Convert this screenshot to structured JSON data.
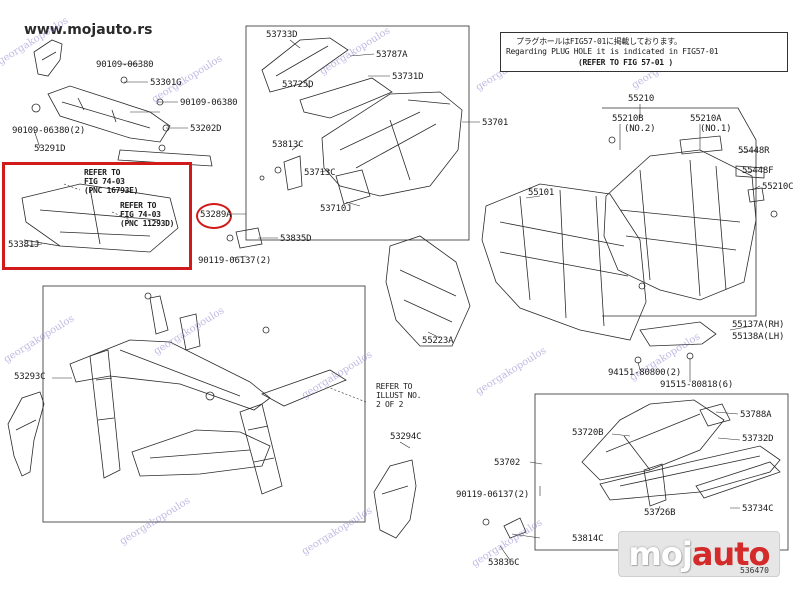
{
  "watermark": {
    "site": "www.mojauto.rs",
    "brand_left": "moj",
    "brand_right": "auto",
    "diagonal": "georgakopoulos",
    "accent_color": "#d42a2a"
  },
  "note": {
    "line1": "プラグホールはFIG57-01に掲載しております。",
    "line2": "Regarding PLUG HOLE it is indicated in FIG57-01",
    "line3": "(REFER TO FIG 57-01 )"
  },
  "refs": {
    "fig74_a": "REFER TO\nFIG 74-03\n(PNC 16793E)",
    "fig74_b": "REFER TO\nFIG 74-03\n(PNC 11293D)",
    "illust": "REFER TO\nILLUST NO.\n2 OF 2"
  },
  "parts": {
    "p90109_06380_a": "90109-06380",
    "p53301G": "53301G",
    "p90109_06380_b": "90109-06380",
    "p90109_06380_c": "90109-06380(2)",
    "p53202D": "53202D",
    "p53291D": "53291D",
    "p53381J": "53381J",
    "p53733D": "53733D",
    "p53787A": "53787A",
    "p53725D": "53725D",
    "p53731D": "53731D",
    "p53813C": "53813C",
    "p53713C": "53713C",
    "p53710J": "53710J",
    "p53701": "53701",
    "p53289A": "53289A",
    "p53835D": "53835D",
    "p90119_06137_a": "90119-06137(2)",
    "p55210": "55210",
    "p55210B": "55210B",
    "p55210B_sub": "(NO.2)",
    "p55210A": "55210A",
    "p55210A_sub": "(NO.1)",
    "p55448R": "55448R",
    "p55448F": "55448F",
    "p55210C": "55210C",
    "p55101": "55101",
    "p55223A": "55223A",
    "p55137A": "55137A(RH)",
    "p55138A": "55138A(LH)",
    "p94151": "94151-80800(2)",
    "p91515": "91515-80818(6)",
    "p53293C": "53293C",
    "p53294C": "53294C",
    "p53788A": "53788A",
    "p53720B": "53720B",
    "p53732D": "53732D",
    "p53702": "53702",
    "p90119_06137_b": "90119-06137(2)",
    "p53726B": "53726B",
    "p53734C": "53734C",
    "p53814C": "53814C",
    "p53836C": "53836C"
  },
  "image_code": "536470"
}
